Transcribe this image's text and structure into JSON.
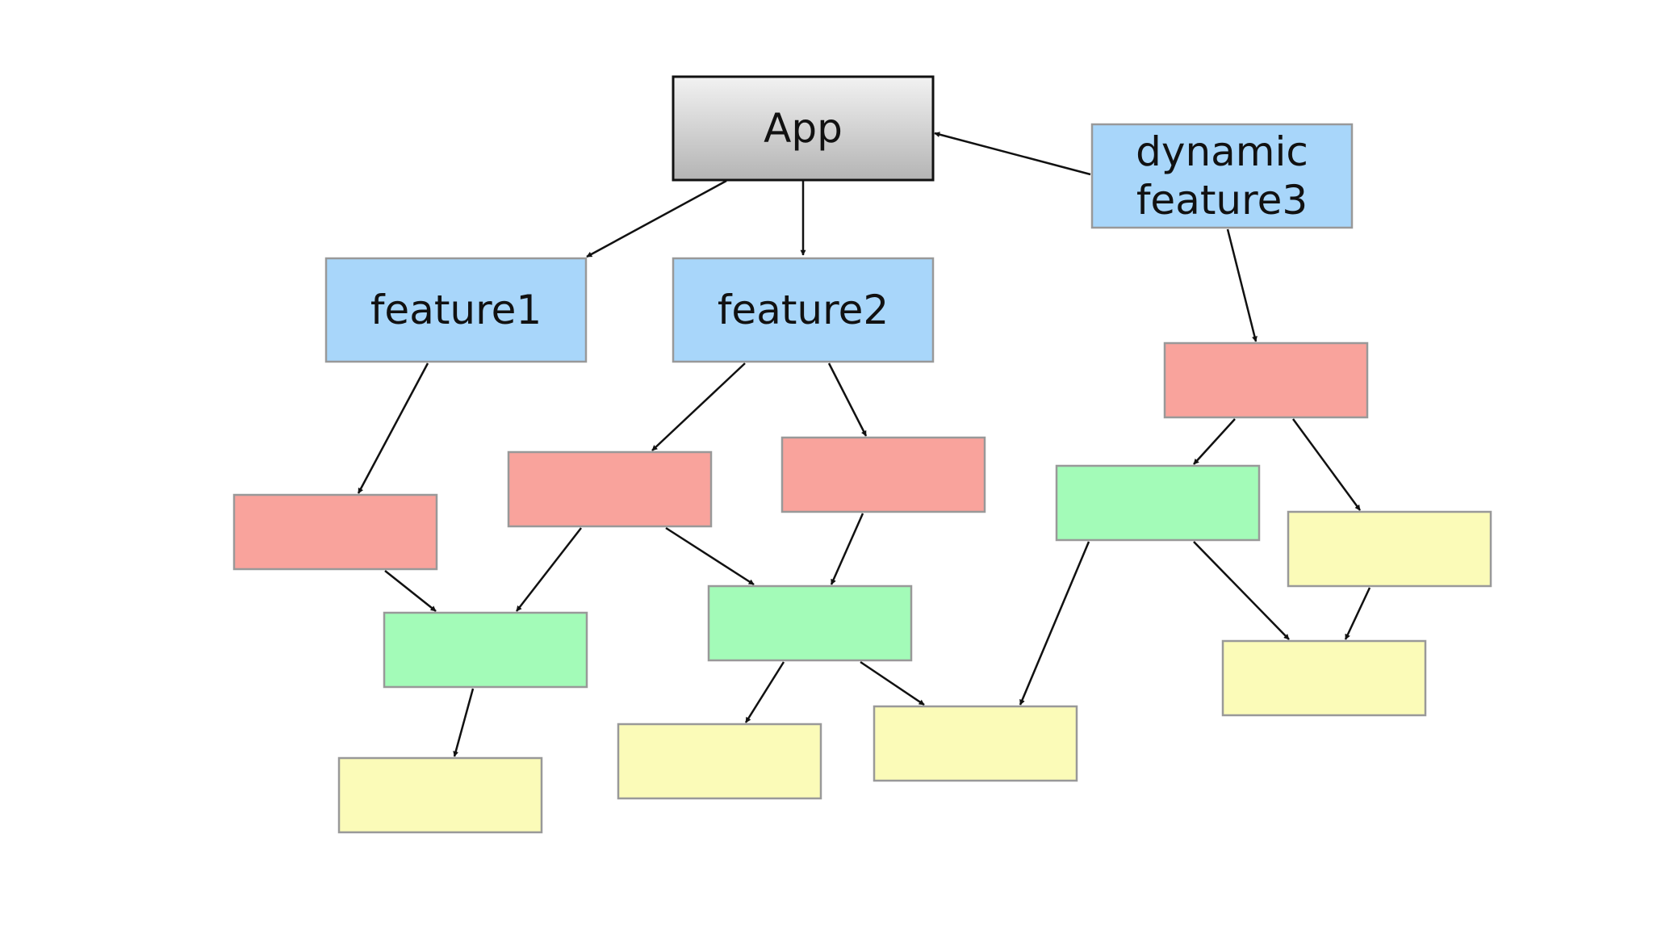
{
  "diagram": {
    "colors": {
      "app_top": "#f2f2f2",
      "app_bottom": "#b4b4b4",
      "feature": "#a8d6fa",
      "red": "#f9a39c",
      "green": "#a3fbb8",
      "yellow": "#fbfbb8",
      "border": "#999999",
      "app_border": "#111111",
      "edge": "#111111"
    },
    "nodes": [
      {
        "id": "app",
        "kind": "app",
        "lines": [
          "App"
        ]
      },
      {
        "id": "feature1",
        "kind": "feature",
        "lines": [
          "feature1"
        ]
      },
      {
        "id": "feature2",
        "kind": "feature",
        "lines": [
          "feature2"
        ]
      },
      {
        "id": "dynamic-feature3",
        "kind": "feature",
        "lines": [
          "dynamic",
          "feature3"
        ]
      },
      {
        "id": "red-1",
        "kind": "red",
        "lines": []
      },
      {
        "id": "red-2",
        "kind": "red",
        "lines": []
      },
      {
        "id": "red-3",
        "kind": "red",
        "lines": []
      },
      {
        "id": "red-4",
        "kind": "red",
        "lines": []
      },
      {
        "id": "green-1",
        "kind": "green",
        "lines": []
      },
      {
        "id": "green-2",
        "kind": "green",
        "lines": []
      },
      {
        "id": "green-3",
        "kind": "green",
        "lines": []
      },
      {
        "id": "yellow-1",
        "kind": "yellow",
        "lines": []
      },
      {
        "id": "yellow-2",
        "kind": "yellow",
        "lines": []
      },
      {
        "id": "yellow-3",
        "kind": "yellow",
        "lines": []
      },
      {
        "id": "yellow-4",
        "kind": "yellow",
        "lines": []
      },
      {
        "id": "yellow-5",
        "kind": "yellow",
        "lines": []
      }
    ],
    "edges": [
      {
        "from": "app",
        "to": "feature1"
      },
      {
        "from": "app",
        "to": "feature2"
      },
      {
        "from": "dynamic-feature3",
        "to": "app"
      },
      {
        "from": "feature1",
        "to": "red-1"
      },
      {
        "from": "feature2",
        "to": "red-2"
      },
      {
        "from": "feature2",
        "to": "red-3"
      },
      {
        "from": "dynamic-feature3",
        "to": "red-4"
      },
      {
        "from": "red-1",
        "to": "green-1"
      },
      {
        "from": "red-2",
        "to": "green-1"
      },
      {
        "from": "red-2",
        "to": "green-2"
      },
      {
        "from": "red-3",
        "to": "green-2"
      },
      {
        "from": "green-1",
        "to": "yellow-1"
      },
      {
        "from": "green-2",
        "to": "yellow-2"
      },
      {
        "from": "green-2",
        "to": "yellow-3"
      },
      {
        "from": "red-4",
        "to": "green-3"
      },
      {
        "from": "red-4",
        "to": "yellow-4"
      },
      {
        "from": "green-3",
        "to": "yellow-3"
      },
      {
        "from": "green-3",
        "to": "yellow-5"
      },
      {
        "from": "yellow-4",
        "to": "yellow-5"
      }
    ]
  }
}
